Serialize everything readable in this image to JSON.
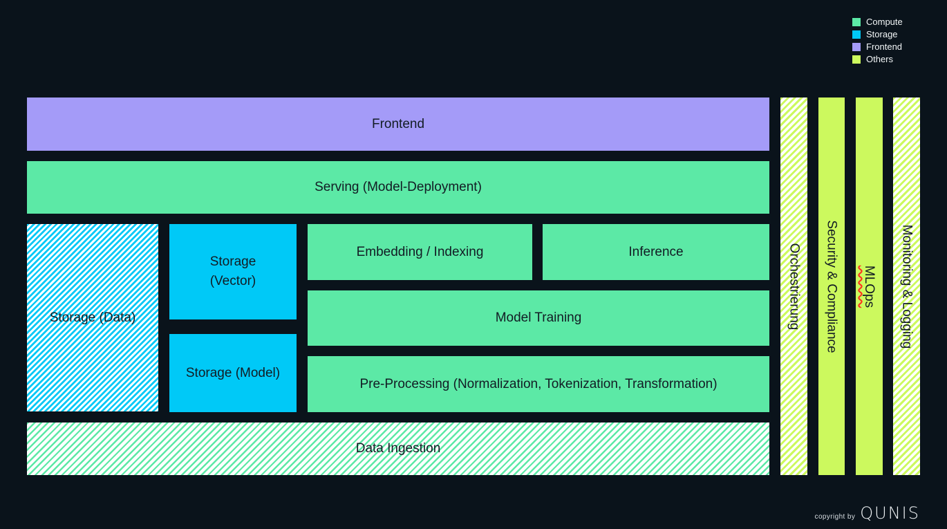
{
  "colors": {
    "background": "#0a131b",
    "compute": "#5ce9a6",
    "storage": "#00c9f7",
    "frontend": "#a49bf8",
    "others": "#ccf95e",
    "block_text": "#121c24",
    "legend_text": "#f2f6f7",
    "spellcheck_underline": "#ff2d1e"
  },
  "legend": {
    "items": [
      {
        "label": "Compute",
        "key": "compute"
      },
      {
        "label": "Storage",
        "key": "storage"
      },
      {
        "label": "Frontend",
        "key": "frontend"
      },
      {
        "label": "Others",
        "key": "others"
      }
    ]
  },
  "blocks": {
    "frontend": {
      "label": "Frontend",
      "category": "frontend",
      "style": "solid"
    },
    "serving": {
      "label": "Serving (Model-Deployment)",
      "category": "compute",
      "style": "solid"
    },
    "storage_data": {
      "label": "Storage (Data)",
      "category": "storage",
      "style": "hatched"
    },
    "storage_vector": {
      "lines": [
        "Storage",
        "(Vector)"
      ],
      "category": "storage",
      "style": "solid"
    },
    "storage_model": {
      "label": "Storage (Model)",
      "category": "storage",
      "style": "solid"
    },
    "embedding_indexing": {
      "label": "Embedding / Indexing",
      "category": "compute",
      "style": "solid"
    },
    "inference": {
      "label": "Inference",
      "category": "compute",
      "style": "solid"
    },
    "model_training": {
      "label": "Model Training",
      "category": "compute",
      "style": "solid"
    },
    "pre_processing": {
      "label": "Pre-Processing (Normalization, Tokenization, Transformation)",
      "category": "compute",
      "style": "solid"
    },
    "data_ingestion": {
      "label": "Data Ingestion",
      "category": "compute",
      "style": "hatched"
    }
  },
  "vertical_bars": {
    "orchestrierung": {
      "label": "Orchestrierung",
      "category": "others",
      "style": "hatched"
    },
    "security_compliance": {
      "label": "Security & Compliance",
      "category": "others",
      "style": "solid"
    },
    "mlops": {
      "label": "MLOps",
      "category": "others",
      "style": "solid",
      "spellcheck_underline": true
    },
    "monitoring_logging": {
      "label": "Monitoring & Logging",
      "category": "others",
      "style": "hatched"
    }
  },
  "footer": {
    "copyright_prefix": "copyright by",
    "brand": "QUNIS"
  }
}
